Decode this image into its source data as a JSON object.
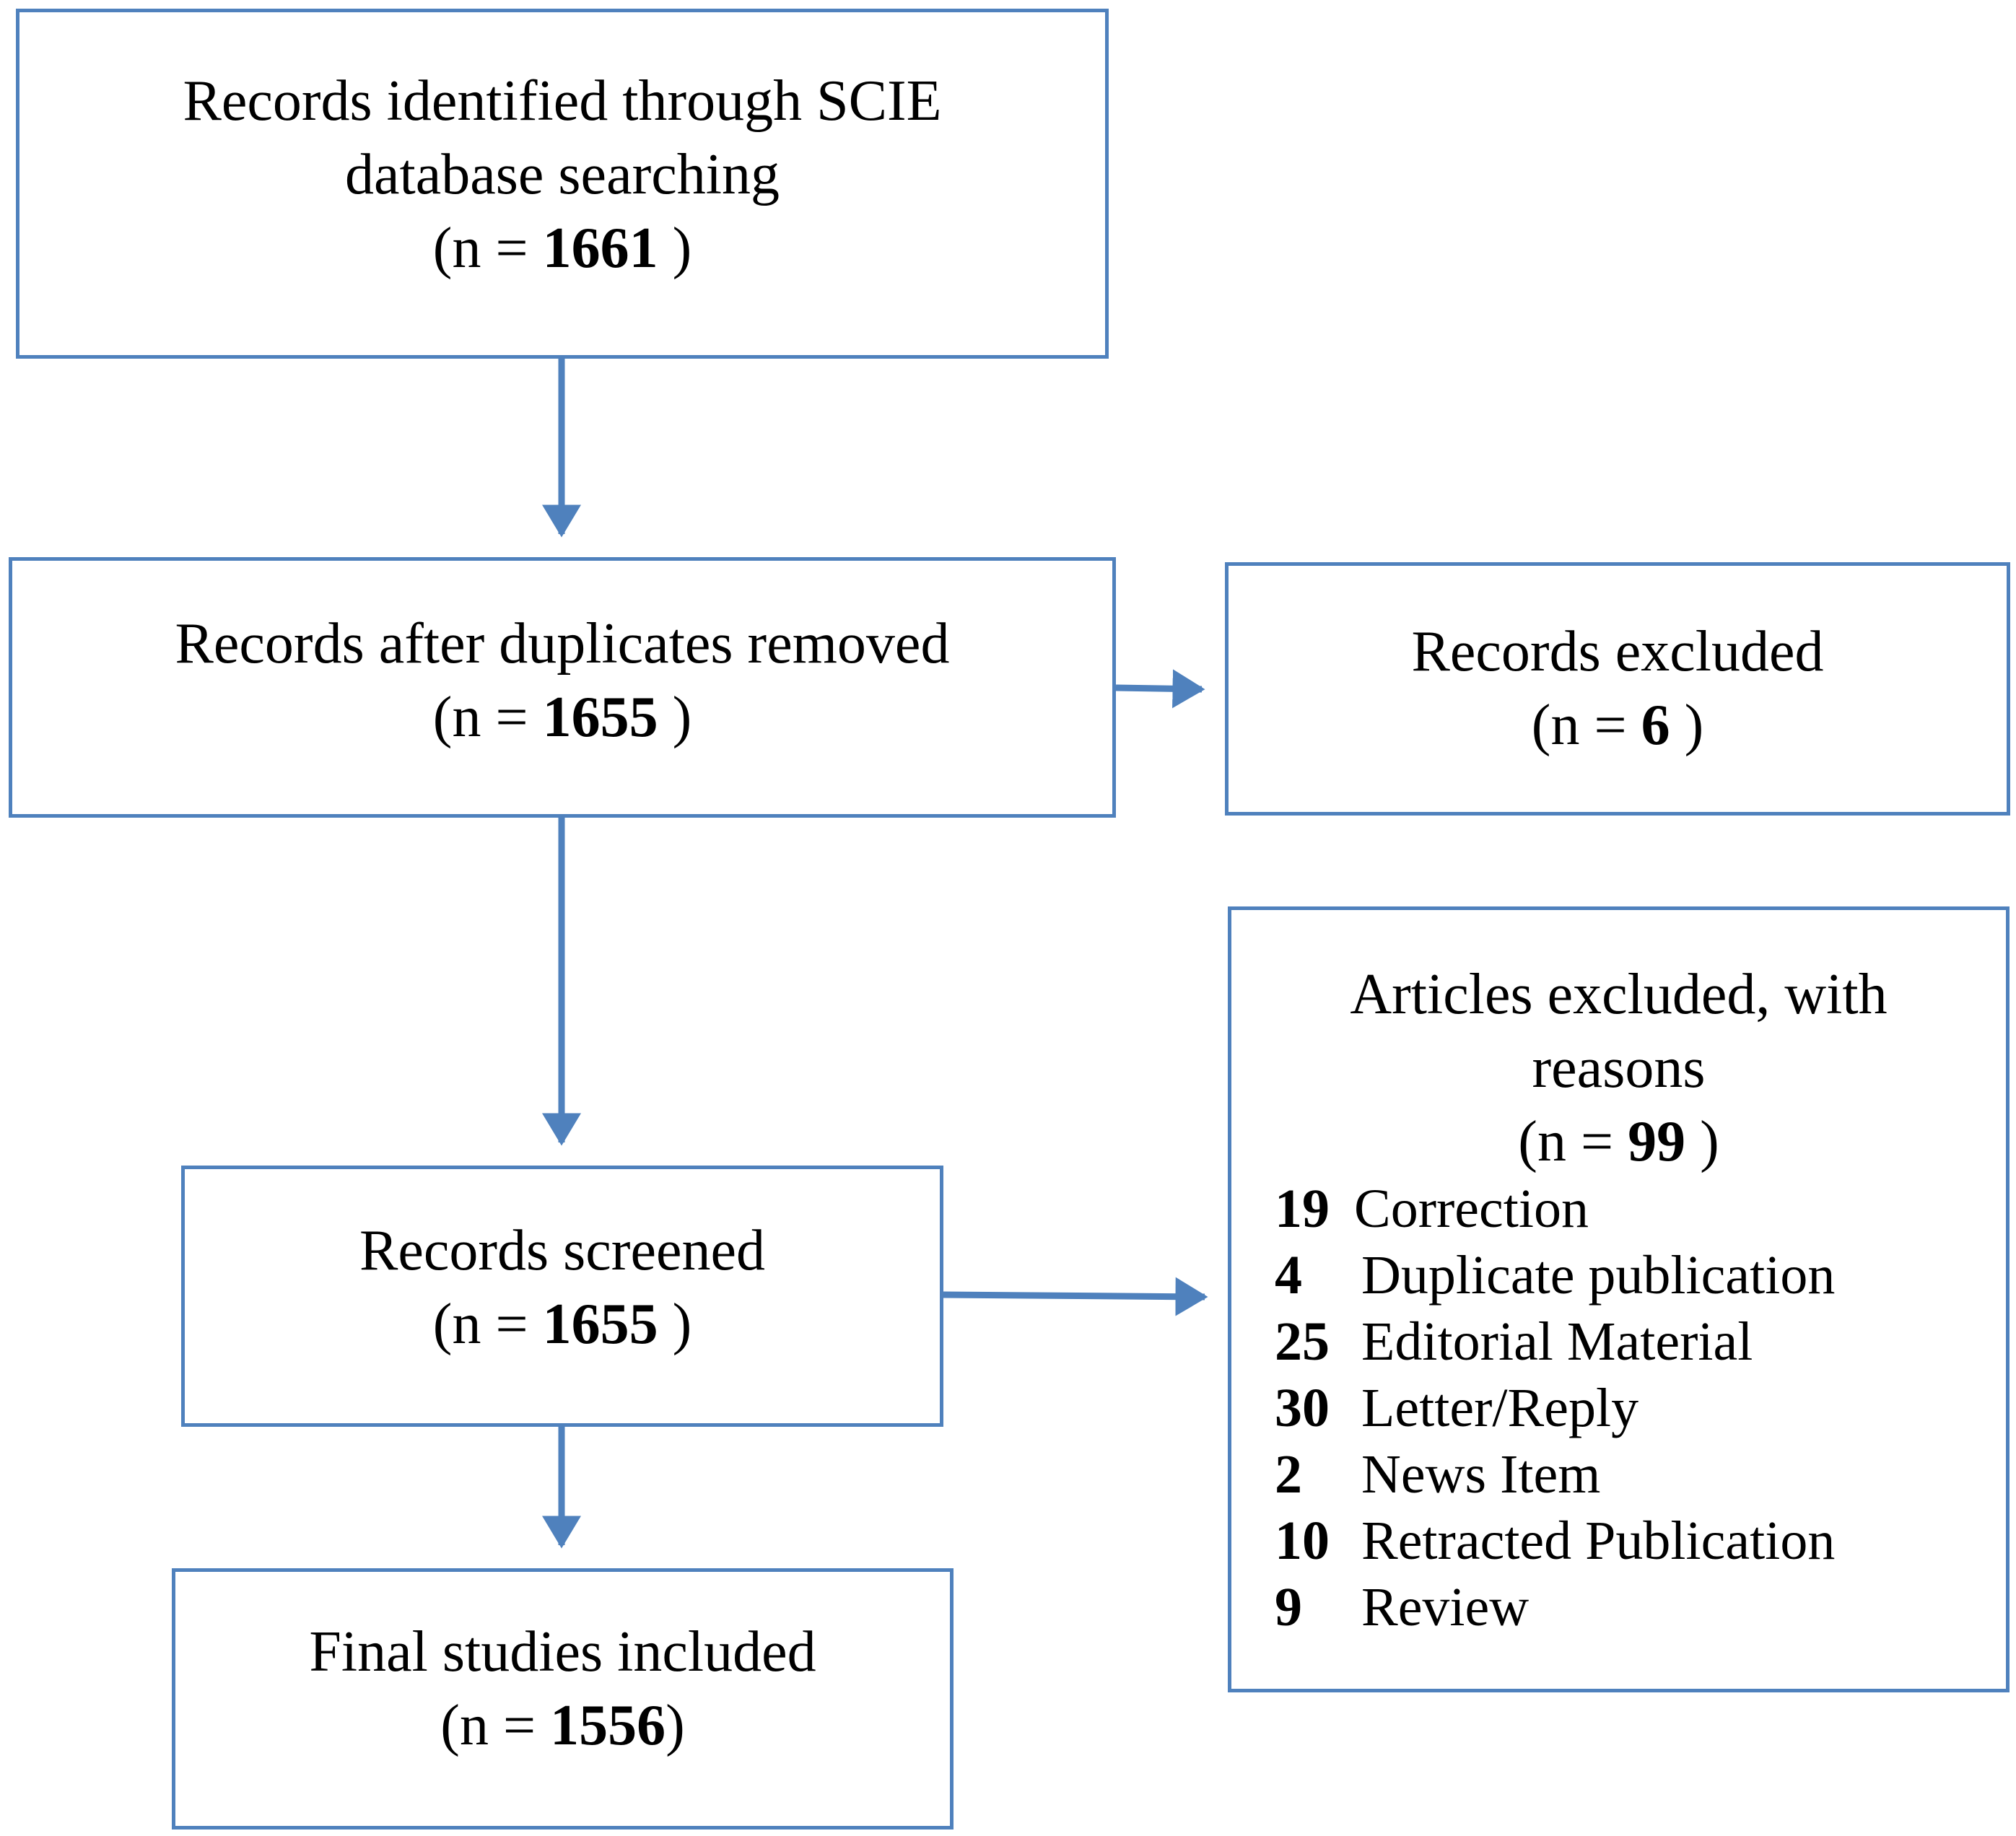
{
  "identified": {
    "line1": "Records identified through SCIE",
    "line2": "database searching",
    "n_prefix": "(n = ",
    "n_value": "1661",
    "n_suffix": " )"
  },
  "dedup": {
    "line1": "Records after duplicates removed",
    "n_prefix": "(n = ",
    "n_value": "1655",
    "n_suffix": " )"
  },
  "excluded": {
    "line1": "Records excluded",
    "n_prefix": "(n = ",
    "n_value": "6",
    "n_suffix": " )"
  },
  "screened": {
    "line1": "Records screened",
    "n_prefix": "(n = ",
    "n_value": "1655",
    "n_suffix": " )"
  },
  "articles": {
    "line1": "Articles excluded, with",
    "line2": "reasons",
    "n_prefix": "(n = ",
    "n_value": "99",
    "n_suffix": " )",
    "reasons": [
      {
        "count": "19",
        "label": "Correction"
      },
      {
        "count": "4",
        "label": "Duplicate publication"
      },
      {
        "count": "25",
        "label": "Editorial Material"
      },
      {
        "count": "30",
        "label": "Letter/Reply"
      },
      {
        "count": "2",
        "label": "News Item"
      },
      {
        "count": "10",
        "label": "Retracted Publication"
      },
      {
        "count": "9",
        "label": "Review"
      }
    ]
  },
  "final": {
    "line1": "Final studies included",
    "n_prefix": "(n = ",
    "n_value": "1556",
    "n_suffix": ")"
  },
  "colors": {
    "border": "#4f81bd",
    "arrow": "#4f81bd"
  }
}
